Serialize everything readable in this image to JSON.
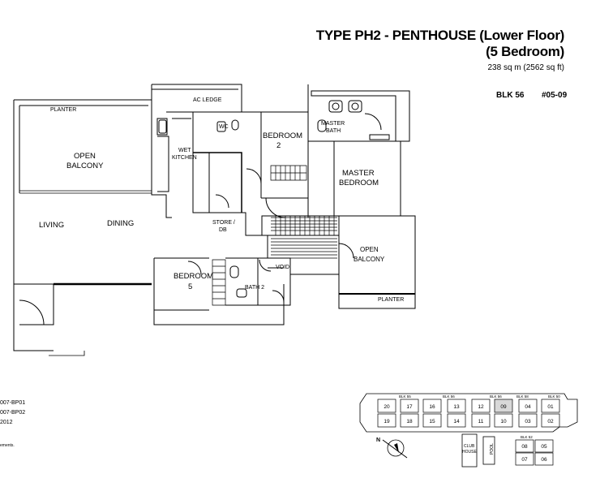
{
  "header": {
    "title": "TYPE PH2 - PENTHOUSE (Lower Floor)",
    "subtitle": "(5 Bedroom)",
    "area": "238 sq m (2562 sq ft)",
    "block": "BLK 56",
    "unit": "#05-09"
  },
  "rooms": {
    "planter_top": "PLANTER",
    "ac_ledge": "AC LEDGE",
    "wc": "WC",
    "master_bath_1": "MASTER",
    "master_bath_2": "BATH",
    "bedroom2_1": "BEDROOM",
    "bedroom2_2": "2",
    "open_balcony_1": "OPEN",
    "open_balcony_2": "BALCONY",
    "wet_kitchen_1": "WET",
    "wet_kitchen_2": "KITCHEN",
    "master_bedroom_1": "MASTER",
    "master_bedroom_2": "BEDROOM",
    "living": "LIVING",
    "dining": "DINING",
    "store_1": "STORE /",
    "store_2": "DB",
    "open_balcony2_1": "OPEN",
    "open_balcony2_2": "BALCONY",
    "bedroom5_1": "BEDROOM",
    "bedroom5_2": "5",
    "void": "VOID",
    "bath2": "BATH 2",
    "planter_right": "PLANTER"
  },
  "legend": {
    "line1": "007-BP01",
    "line2": "007-BP02",
    "line3": "2012",
    "line4": "ements."
  },
  "site": {
    "block_labels": [
      "BLK 55",
      "BLK 56",
      "BLK 56",
      "BLK 58",
      "BLK 50"
    ],
    "top_row": [
      "20",
      "17",
      "16",
      "13",
      "12",
      "09",
      "04",
      "01"
    ],
    "bottom_row": [
      "19",
      "18",
      "15",
      "14",
      "11",
      "10",
      "03",
      "02"
    ],
    "blk52": "BLK 52",
    "blk52_units": [
      "08",
      "05",
      "07",
      "06"
    ],
    "club_house_1": "CLUB",
    "club_house_2": "HOUSE",
    "pool": "POOL",
    "compass": "N"
  }
}
